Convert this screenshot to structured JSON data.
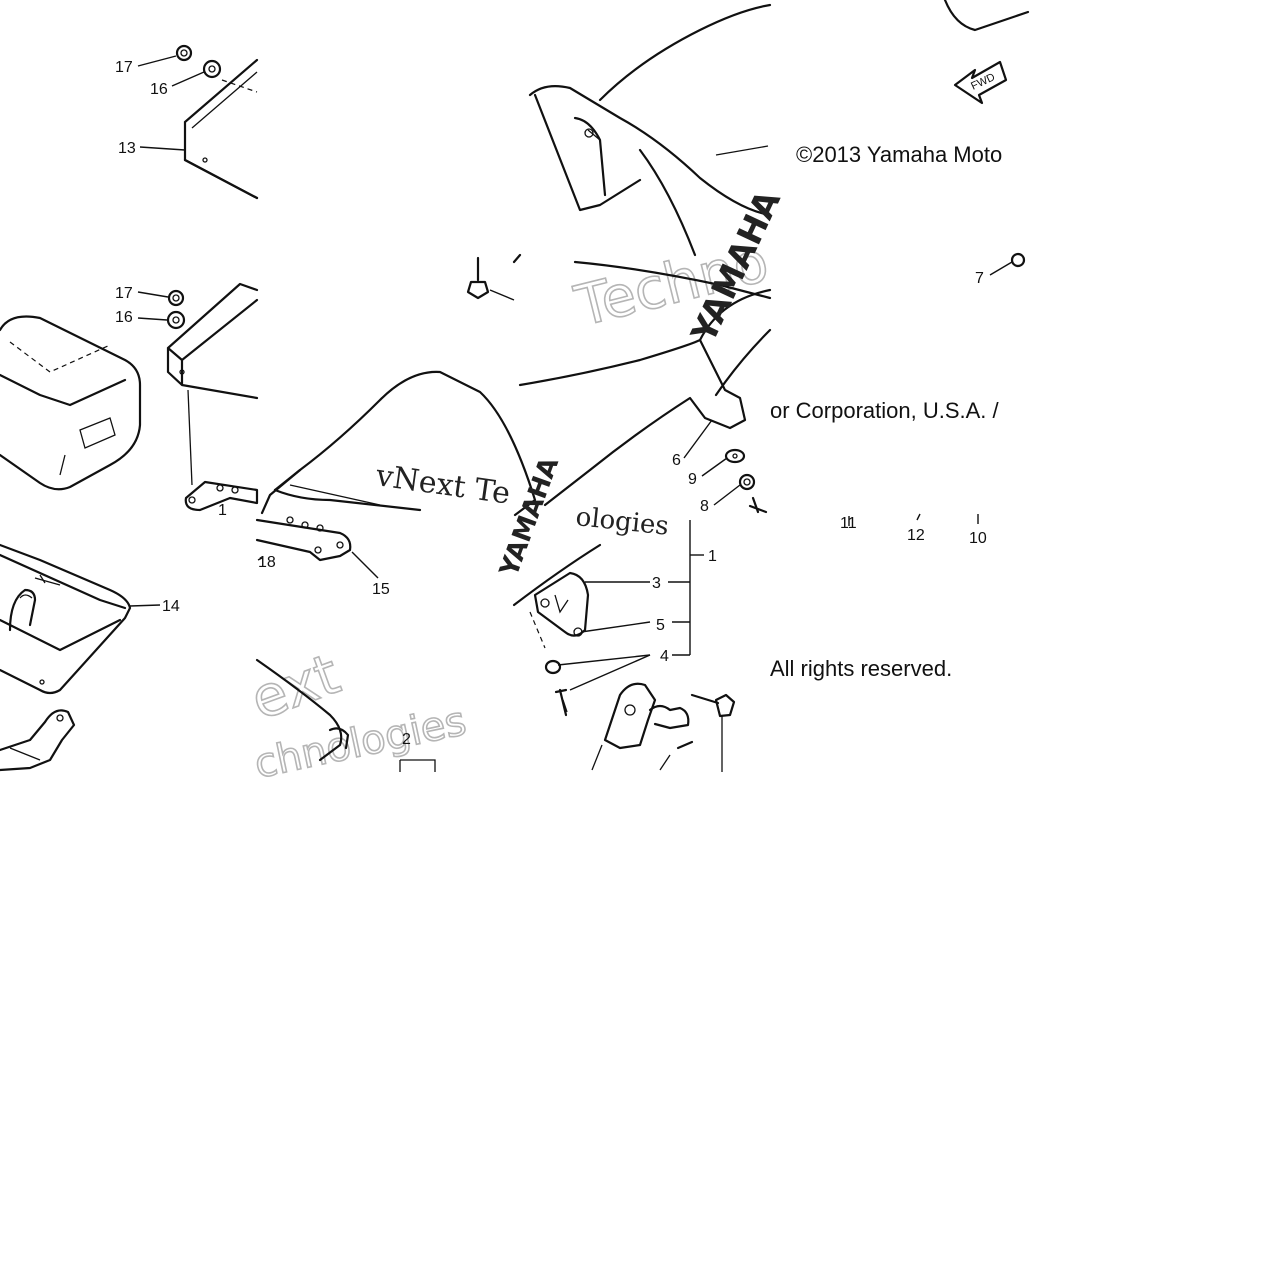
{
  "diagram": {
    "callouts": [
      "1",
      "2",
      "3",
      "4",
      "5",
      "6",
      "7",
      "8",
      "9",
      "10",
      "11",
      "12",
      "13",
      "14",
      "15",
      "16",
      "17",
      "18"
    ],
    "copyright_line_1": "©2013 Yamaha Moto",
    "copyright_line_2": "or Corporation, U.S.A. /",
    "copyright_line_3": "All rights reserved.",
    "forward_badge": "FWD",
    "brand_logo": "YAMAHA",
    "watermark_1": "Techno",
    "watermark_2": "vNext Te",
    "watermark_3": "ologies",
    "watermark_4": "ext",
    "watermark_5": "chnologies"
  }
}
